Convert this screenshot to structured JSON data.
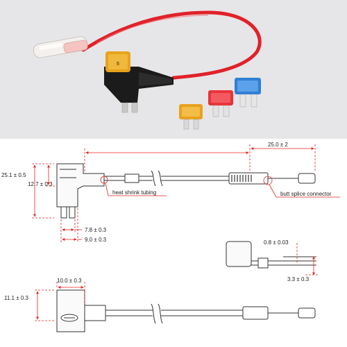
{
  "colors": {
    "photo_background": "#e6e6e8",
    "wire_red": "#e0222a",
    "fuse_amber": "#e8a21c",
    "fuse_red": "#e8333a",
    "fuse_blue": "#2f7fd6",
    "holder_black": "#1b1b1b",
    "dimension_red": "#e52521",
    "drawing_line": "#333333"
  },
  "icons": {
    "tap_holder": "add-a-circuit-fuse-tap-holder",
    "fuse": "mini-blade-fuse",
    "connector": "butt-splice-connector"
  },
  "photo": {
    "items": [
      "fuse tap",
      "amber mini fuse",
      "red mini fuse",
      "blue mini fuse",
      "butt splice connector"
    ]
  },
  "drawing": {
    "dims": {
      "overall_height": "25.1 ± 0.5",
      "upper_height": "12.7 ± 0.3",
      "blade_width": "7.8 ± 0.3",
      "body_width": "9.0 ± 0.3",
      "connector_length": "25.0 ± 2",
      "connector_wall": "0.8 ± 0.03",
      "connector_diameter": "3.3 ± 0.3",
      "top_width": "10.0 ± 0.3",
      "top_height": "11.1 ± 0.3"
    },
    "callouts": {
      "heat_shrink": "heat shrink tubing",
      "butt_splice": "butt splice connector"
    }
  }
}
